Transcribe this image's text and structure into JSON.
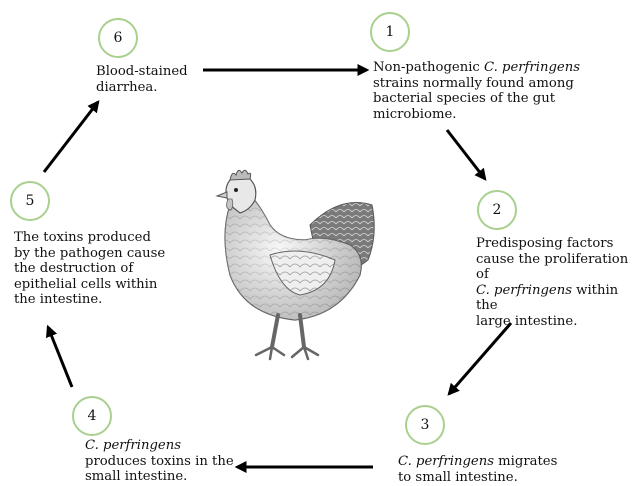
{
  "steps": [
    {
      "number": "1",
      "lines": [
        [
          {
            "t": "Non-pathogenic "
          },
          {
            "t": "C. perfringens",
            "i": true
          }
        ],
        [
          {
            "t": "strains normally found among"
          }
        ],
        [
          {
            "t": "bacterial species of the gut"
          }
        ],
        [
          {
            "t": "microbiome."
          }
        ]
      ]
    },
    {
      "number": "2",
      "lines": [
        [
          {
            "t": "Predisposing factors"
          }
        ],
        [
          {
            "t": "cause the proliferation of"
          }
        ],
        [
          {
            "t": "C. perfringens",
            "i": true
          },
          {
            "t": " within the"
          }
        ],
        [
          {
            "t": "large intestine."
          }
        ]
      ]
    },
    {
      "number": "3",
      "lines": [
        [
          {
            "t": "C. perfringens",
            "i": true
          },
          {
            "t": " migrates"
          }
        ],
        [
          {
            "t": "to small intestine."
          }
        ]
      ]
    },
    {
      "number": "4",
      "lines": [
        [
          {
            "t": "C. perfringens",
            "i": true
          }
        ],
        [
          {
            "t": "produces toxins in the"
          }
        ],
        [
          {
            "t": "small intestine."
          }
        ]
      ]
    },
    {
      "number": "5",
      "lines": [
        [
          {
            "t": "The toxins produced"
          }
        ],
        [
          {
            "t": "by the pathogen cause"
          }
        ],
        [
          {
            "t": "the destruction of"
          }
        ],
        [
          {
            "t": "epithelial cells within"
          }
        ],
        [
          {
            "t": "the intestine."
          }
        ]
      ]
    },
    {
      "number": "6",
      "lines": [
        [
          {
            "t": "Blood-stained"
          }
        ],
        [
          {
            "t": "diarrhea."
          }
        ]
      ]
    }
  ],
  "colors": {
    "circle_border": "#a9d08e",
    "arrow": "#000000",
    "text": "#111111"
  },
  "illustration": "hen-pencil-sketch"
}
